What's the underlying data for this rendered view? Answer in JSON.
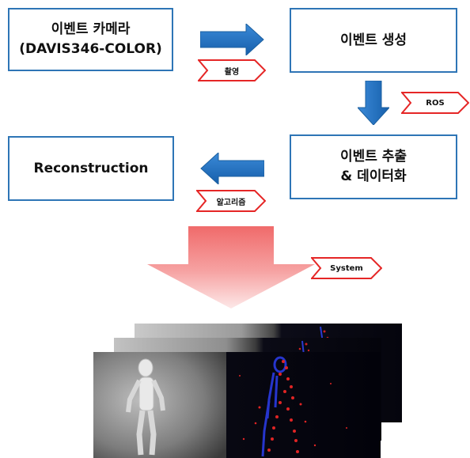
{
  "boxes": {
    "camera": {
      "line1": "이벤트 카메라",
      "line2": "(DAVIS346-COLOR)"
    },
    "generation": {
      "label": "이벤트 생성"
    },
    "extraction": {
      "line1": "이벤트 추출",
      "line2": "& 데이터화"
    },
    "reconstruction": {
      "label": "Reconstruction"
    }
  },
  "tags": {
    "capture": "촬영",
    "ros": "ROS",
    "algorithm": "알고리즘",
    "system": "System"
  },
  "colors": {
    "box_border": "#2e75b6",
    "arrow_blue": "#1f6fc0",
    "tag_border": "#e52626",
    "big_arrow": "#f07a7a"
  }
}
